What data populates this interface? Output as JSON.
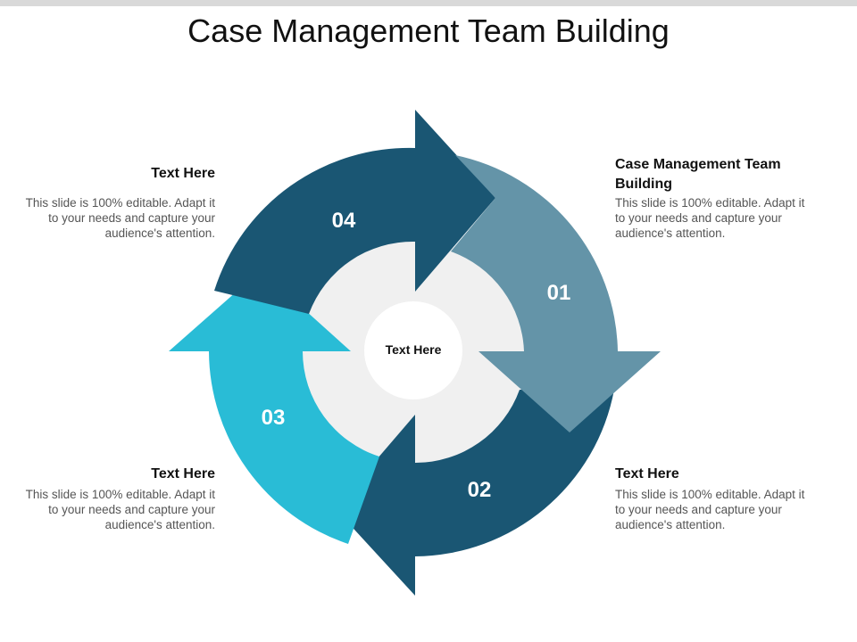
{
  "title": "Case Management Team Building",
  "center_label": "Text Here",
  "colors": {
    "dark_navy": "#1a5673",
    "steel_blue": "#6494a8",
    "cyan": "#29bcd6",
    "inner_ring": "#f0f0f0",
    "top_bar": "#d9d9d9"
  },
  "segments": [
    {
      "number": "01",
      "color": "#6494a8"
    },
    {
      "number": "02",
      "color": "#1a5673"
    },
    {
      "number": "03",
      "color": "#29bcd6"
    },
    {
      "number": "04",
      "color": "#1a5673"
    }
  ],
  "blocks": {
    "top_right": {
      "heading": "Case Management Team Building",
      "desc": "This slide is 100% editable. Adapt it to your needs and capture your audience's attention."
    },
    "bottom_right": {
      "heading": "Text Here",
      "desc": "This slide is 100% editable. Adapt it to your needs and capture your audience's attention."
    },
    "top_left": {
      "heading": "Text Here",
      "desc": "This slide is 100% editable. Adapt it to your needs and capture your audience's attention."
    },
    "bottom_left": {
      "heading": "Text Here",
      "desc": "This slide is 100% editable. Adapt it to your needs and capture your audience's attention."
    }
  }
}
